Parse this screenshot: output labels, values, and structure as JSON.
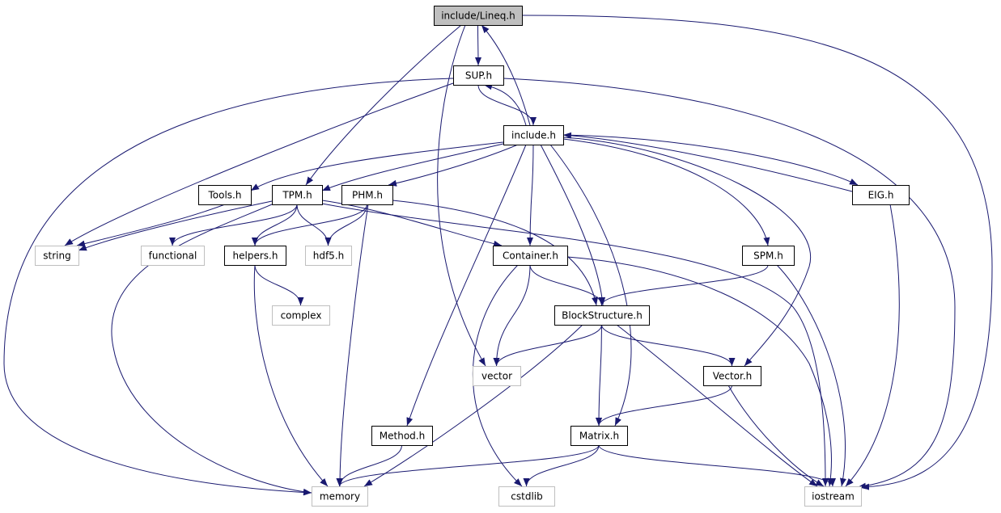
{
  "nodes": [
    {
      "id": "lineq",
      "label": "include/Lineq.h",
      "kind": "root"
    },
    {
      "id": "sup",
      "label": "SUP.h",
      "kind": "project"
    },
    {
      "id": "include",
      "label": "include.h",
      "kind": "project"
    },
    {
      "id": "tools",
      "label": "Tools.h",
      "kind": "project"
    },
    {
      "id": "tpm",
      "label": "TPM.h",
      "kind": "project"
    },
    {
      "id": "phm",
      "label": "PHM.h",
      "kind": "project"
    },
    {
      "id": "eig",
      "label": "EIG.h",
      "kind": "project"
    },
    {
      "id": "string",
      "label": "string",
      "kind": "external"
    },
    {
      "id": "functional",
      "label": "functional",
      "kind": "external"
    },
    {
      "id": "helpers",
      "label": "helpers.h",
      "kind": "project"
    },
    {
      "id": "hdf5",
      "label": "hdf5.h",
      "kind": "external"
    },
    {
      "id": "container",
      "label": "Container.h",
      "kind": "project"
    },
    {
      "id": "spm",
      "label": "SPM.h",
      "kind": "project"
    },
    {
      "id": "complex",
      "label": "complex",
      "kind": "external"
    },
    {
      "id": "blockstructure",
      "label": "BlockStructure.h",
      "kind": "project"
    },
    {
      "id": "vector",
      "label": "vector",
      "kind": "external"
    },
    {
      "id": "vectorh",
      "label": "Vector.h",
      "kind": "project"
    },
    {
      "id": "method",
      "label": "Method.h",
      "kind": "project"
    },
    {
      "id": "matrix",
      "label": "Matrix.h",
      "kind": "project"
    },
    {
      "id": "memory",
      "label": "memory",
      "kind": "external"
    },
    {
      "id": "cstdlib",
      "label": "cstdlib",
      "kind": "external"
    },
    {
      "id": "iostream",
      "label": "iostream",
      "kind": "external"
    }
  ],
  "edges": [
    [
      "lineq",
      "sup"
    ],
    [
      "lineq",
      "tpm"
    ],
    [
      "lineq",
      "vector"
    ],
    [
      "lineq",
      "iostream"
    ],
    [
      "sup",
      "include"
    ],
    [
      "sup",
      "string"
    ],
    [
      "sup",
      "memory"
    ],
    [
      "sup",
      "iostream"
    ],
    [
      "include",
      "lineq"
    ],
    [
      "include",
      "sup"
    ],
    [
      "include",
      "tools"
    ],
    [
      "include",
      "tpm"
    ],
    [
      "include",
      "phm"
    ],
    [
      "include",
      "eig"
    ],
    [
      "include",
      "spm"
    ],
    [
      "include",
      "container"
    ],
    [
      "include",
      "blockstructure"
    ],
    [
      "include",
      "method"
    ],
    [
      "include",
      "matrix"
    ],
    [
      "include",
      "vectorh"
    ],
    [
      "eig",
      "include"
    ],
    [
      "eig",
      "iostream"
    ],
    [
      "tools",
      "string"
    ],
    [
      "tpm",
      "string"
    ],
    [
      "tpm",
      "functional"
    ],
    [
      "tpm",
      "helpers"
    ],
    [
      "tpm",
      "hdf5"
    ],
    [
      "tpm",
      "container"
    ],
    [
      "tpm",
      "memory"
    ],
    [
      "tpm",
      "iostream"
    ],
    [
      "phm",
      "helpers"
    ],
    [
      "phm",
      "hdf5"
    ],
    [
      "phm",
      "memory"
    ],
    [
      "phm",
      "blockstructure"
    ],
    [
      "helpers",
      "complex"
    ],
    [
      "helpers",
      "memory"
    ],
    [
      "container",
      "blockstructure"
    ],
    [
      "container",
      "vector"
    ],
    [
      "container",
      "cstdlib"
    ],
    [
      "container",
      "iostream"
    ],
    [
      "spm",
      "blockstructure"
    ],
    [
      "spm",
      "iostream"
    ],
    [
      "blockstructure",
      "vector"
    ],
    [
      "blockstructure",
      "vectorh"
    ],
    [
      "blockstructure",
      "matrix"
    ],
    [
      "blockstructure",
      "memory"
    ],
    [
      "blockstructure",
      "iostream"
    ],
    [
      "vectorh",
      "matrix"
    ],
    [
      "vectorh",
      "iostream"
    ],
    [
      "method",
      "memory"
    ],
    [
      "matrix",
      "memory"
    ],
    [
      "matrix",
      "cstdlib"
    ],
    [
      "matrix",
      "iostream"
    ]
  ],
  "colors": {
    "edge": "#191970",
    "project_border": "#000000",
    "external_border": "#bfbfbf",
    "root_fill": "#bfbfbf",
    "node_fill": "#ffffff"
  }
}
